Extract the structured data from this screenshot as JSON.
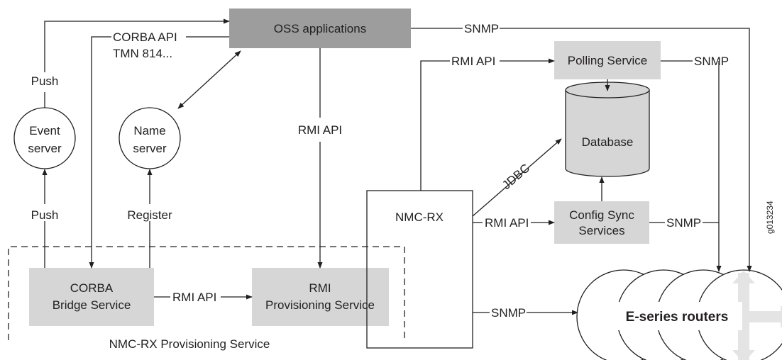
{
  "nodes": {
    "oss": "OSS applications",
    "polling": "Polling Service",
    "database": "Database",
    "event_server": [
      "Event",
      "server"
    ],
    "name_server": [
      "Name",
      "server"
    ],
    "nmc_rx": "NMC-RX",
    "config_sync": [
      "Config Sync",
      "Services"
    ],
    "corba_bridge": [
      "CORBA",
      "Bridge Service"
    ],
    "rmi_prov": [
      "RMI",
      "Provisioning Service"
    ],
    "routers": "E-series routers"
  },
  "labels": {
    "snmp": "SNMP",
    "corba_api": "CORBA API",
    "tmn": "TMN 814...",
    "push": "Push",
    "register": "Register",
    "rmi_api": "RMI API",
    "jdbc": "JDBC",
    "group": "NMC-RX Provisioning Service",
    "figure_id": "g013234"
  },
  "colors": {
    "oss_fill": "#9d9d9d",
    "box_fill": "#d6d6d6",
    "line": "#231f20",
    "router_pattern": "#e4e4e4"
  }
}
